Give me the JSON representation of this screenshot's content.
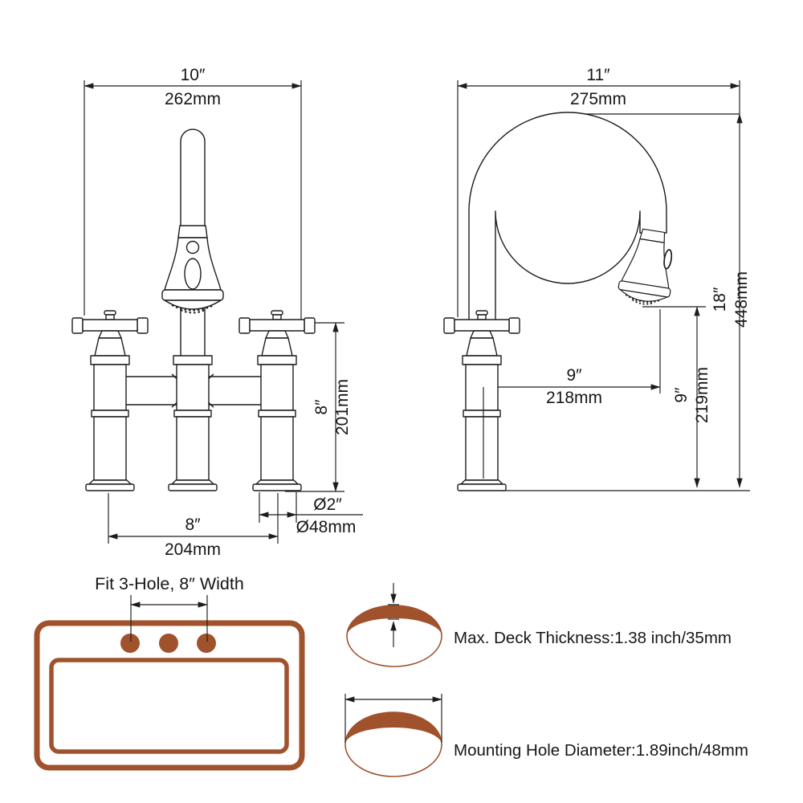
{
  "front_view": {
    "width_in": "10″",
    "width_mm": "262mm",
    "deck_to_handle_in": "8″",
    "deck_to_handle_mm": "201mm",
    "hole_spacing_in": "8″",
    "hole_spacing_mm": "204mm",
    "base_diameter_in": "Ø2″",
    "base_diameter_mm": "Ø48mm"
  },
  "side_view": {
    "spout_width_in": "11″",
    "spout_width_mm": "275mm",
    "overall_height_in": "18″",
    "overall_height_mm": "448mm",
    "spout_reach_in": "9″",
    "spout_reach_mm": "218mm",
    "spout_height_in": "9″",
    "spout_height_mm": "219mm"
  },
  "installation": {
    "fit_label": "Fit 3-Hole, 8″ Width",
    "deck_thickness_label": "Max. Deck Thickness:1.38 inch/35mm",
    "mounting_hole_label": "Mounting Hole Diameter:1.89inch/48mm"
  },
  "colors": {
    "line": "#1c1c1c",
    "accent_brown": "#a0522d",
    "background": "#ffffff"
  }
}
